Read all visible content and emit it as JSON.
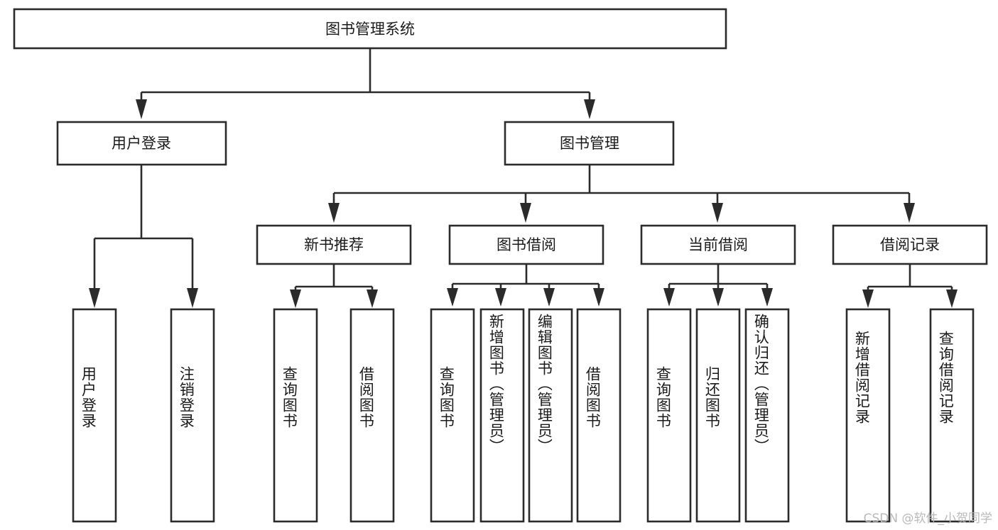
{
  "diagram": {
    "type": "hierarchy-tree",
    "title_node": {
      "label": "图书管理系统"
    },
    "level2": [
      {
        "label": "用户登录"
      },
      {
        "label": "图书管理"
      }
    ],
    "level3": [
      {
        "label": "新书推荐"
      },
      {
        "label": "图书借阅"
      },
      {
        "label": "当前借阅"
      },
      {
        "label": "借阅记录"
      }
    ],
    "leaves": {
      "user_login": [
        {
          "label": "用户登录"
        },
        {
          "label": "注销登录"
        }
      ],
      "new_book_recommend": [
        {
          "label": "查询图书"
        },
        {
          "label": "借阅图书"
        }
      ],
      "book_borrow": [
        {
          "label": "查询图书"
        },
        {
          "label": "新增图书（管理员）"
        },
        {
          "label": "编辑图书（管理员）"
        },
        {
          "label": "借阅图书"
        }
      ],
      "current_borrow": [
        {
          "label": "查询图书"
        },
        {
          "label": "归还图书"
        },
        {
          "label": "确认归还（管理员）"
        }
      ],
      "borrow_record": [
        {
          "label": "新增借阅记录"
        },
        {
          "label": "查询借阅记录"
        }
      ]
    }
  },
  "watermark": {
    "text": "CSDN @软件_小贺同学"
  },
  "colors": {
    "box_stroke": "#2b2b2b",
    "box_fill": "#ffffff",
    "text": "#1a1a1a",
    "watermark": "#b9b9b9",
    "background": "#ffffff"
  }
}
